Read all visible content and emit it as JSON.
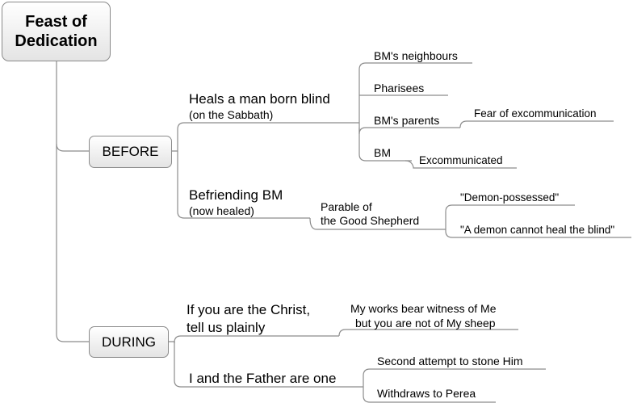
{
  "root": {
    "line1": "Feast of",
    "line2": "Dedication"
  },
  "before": {
    "label": "BEFORE",
    "heals": {
      "title": "Heals a man born blind",
      "subtitle": "(on the Sabbath)",
      "items": [
        "BM's neighbours",
        "Pharisees",
        "BM's parents",
        "BM"
      ],
      "parents_note": "Fear of excommunication",
      "bm_note": "Excommunicated"
    },
    "befriending": {
      "title": "Befriending BM",
      "subtitle": "(now healed)",
      "parable_line1": "Parable of",
      "parable_line2": "the Good Shepherd",
      "reactions": [
        "\"Demon-possessed\"",
        "\"A demon cannot heal the blind\""
      ]
    }
  },
  "during": {
    "label": "DURING",
    "christ": {
      "line1": "If you are the Christ,",
      "line2": "tell us plainly",
      "reply1": "My works bear witness of Me",
      "reply2": "but you are not of My sheep"
    },
    "father": {
      "title": "I and the Father are one",
      "items": [
        "Second attempt to stone Him",
        "Withdraws to Perea"
      ]
    }
  }
}
